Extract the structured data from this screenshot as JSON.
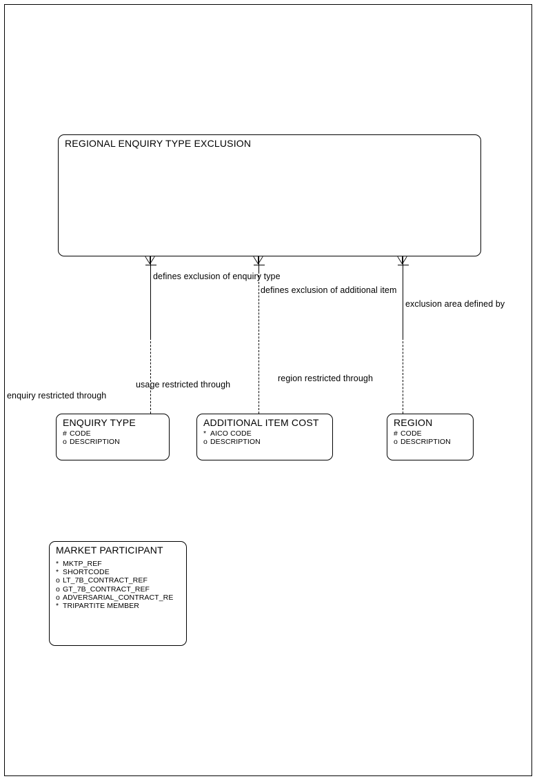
{
  "diagram": {
    "type": "entity-relationship-diagram",
    "title": "REGIONAL ENQUIRY TYPE EXCLUSION"
  },
  "entities": [
    {
      "id": "regional-enquiry-type-exclusion",
      "name": "REGIONAL ENQUIRY TYPE EXCLUSION",
      "attributes": []
    },
    {
      "id": "enquiry-type",
      "name": "ENQUIRY TYPE",
      "attributes": [
        {
          "marker": "#",
          "name": "CODE"
        },
        {
          "marker": "o",
          "name": "DESCRIPTION"
        }
      ]
    },
    {
      "id": "additional-item-cost",
      "name": "ADDITIONAL ITEM COST",
      "attributes": [
        {
          "marker": "*",
          "name": "AICO CODE"
        },
        {
          "marker": "o",
          "name": "DESCRIPTION"
        }
      ]
    },
    {
      "id": "region",
      "name": "REGION",
      "attributes": [
        {
          "marker": "#",
          "name": "CODE"
        },
        {
          "marker": "o",
          "name": "DESCRIPTION"
        }
      ]
    },
    {
      "id": "market-participant",
      "name": "MARKET PARTICIPANT",
      "attributes": [
        {
          "marker": "*",
          "name": "MKTP_REF"
        },
        {
          "marker": "*",
          "name": "SHORTCODE"
        },
        {
          "marker": "o",
          "name": "LT_7B_CONTRACT_REF"
        },
        {
          "marker": "o",
          "name": "GT_7B_CONTRACT_REF"
        },
        {
          "marker": "o",
          "name": "ADVERSARIAL_CONTRACT_RE"
        },
        {
          "marker": "*",
          "name": "TRIPARTITE MEMBER"
        }
      ]
    }
  ],
  "relationships": [
    {
      "id": "enquiry-type-relationship",
      "from_label": "defines exclusion of enquiry type",
      "to_label": "enquiry restricted through"
    },
    {
      "id": "additional-item-relationship",
      "from_label": "defines exclusion of additional item",
      "to_label": "usage restricted through"
    },
    {
      "id": "region-relationship",
      "from_label": "exclusion area defined by",
      "to_label": "region restricted through"
    }
  ],
  "labels": {
    "defines_exclusion_enquiry_type": "defines exclusion of enquiry type",
    "defines_exclusion_additional_item": "defines exclusion of additional item",
    "exclusion_area_defined_by": "exclusion area defined by",
    "enquiry_restricted_through": "enquiry restricted through",
    "usage_restricted_through": "usage restricted through",
    "region_restricted_through": "region restricted through"
  },
  "colors": {
    "line": "#000000",
    "background": "#ffffff",
    "text": "#000000"
  }
}
